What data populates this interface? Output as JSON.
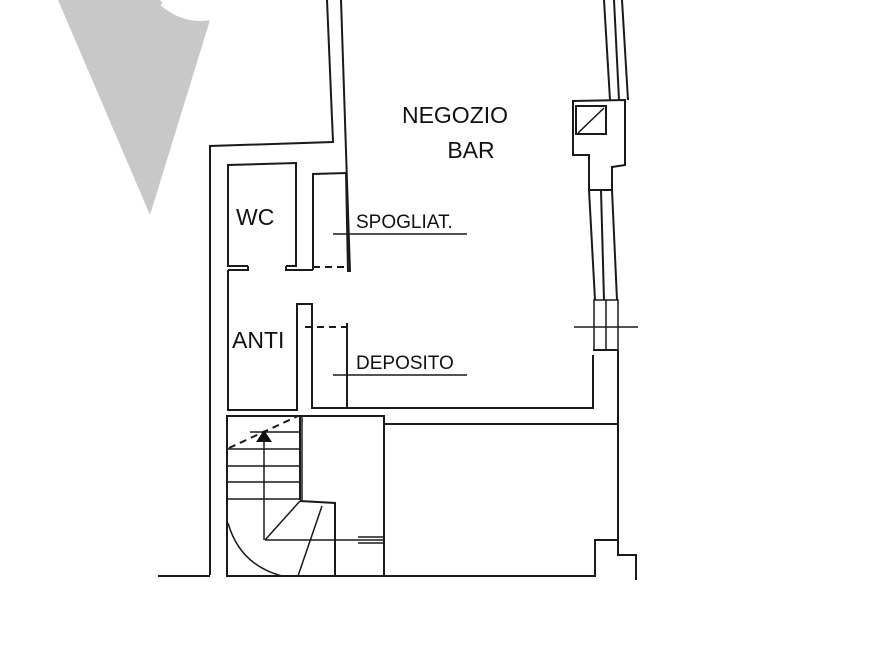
{
  "plan": {
    "rooms": [
      {
        "id": "negozio",
        "label_line1": "NEGOZIO",
        "label_line2": "BAR"
      },
      {
        "id": "wc",
        "label": "WC"
      },
      {
        "id": "anti",
        "label": "ANTI"
      },
      {
        "id": "spogliatoio",
        "label": "SPOGLIAT."
      },
      {
        "id": "deposito",
        "label": "DEPOSITO"
      }
    ],
    "watermark": {
      "shape": "triangle-logo",
      "color": "#c8c8c8"
    },
    "colors": {
      "line": "#1a1a1a",
      "background": "#ffffff"
    }
  }
}
